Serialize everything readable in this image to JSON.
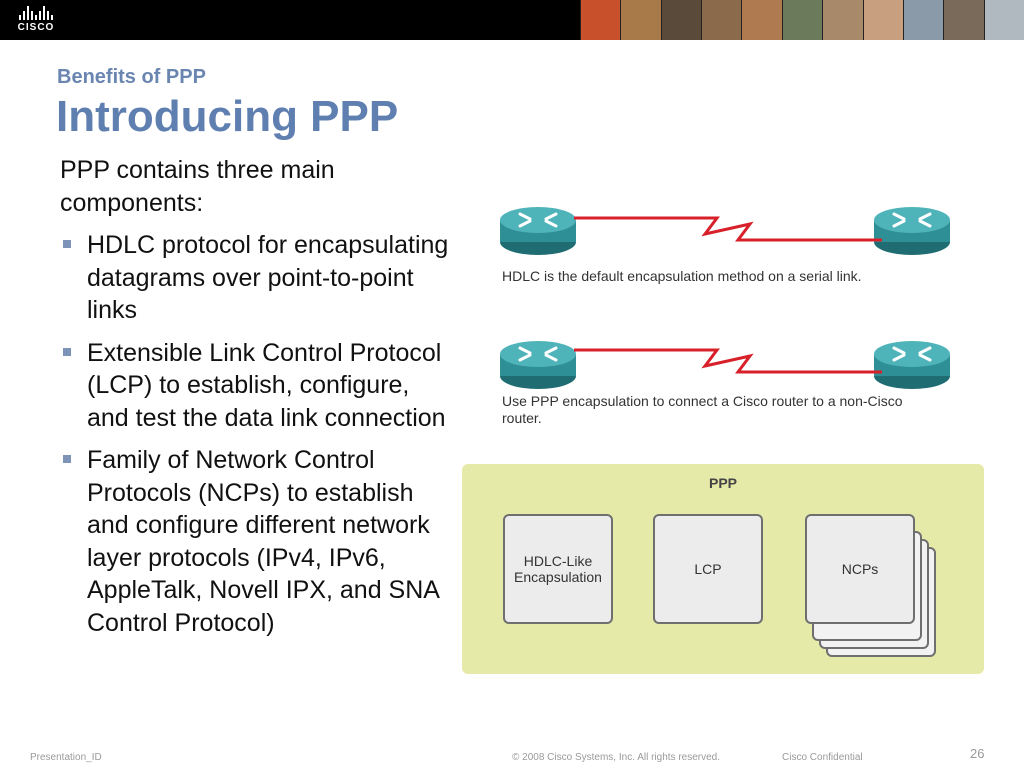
{
  "header": {
    "logo_text": "CISCO",
    "photo_colors": [
      "#c8502a",
      "#a87a4a",
      "#5a4a3a",
      "#8a6a4a",
      "#b07a50",
      "#6a7a5a",
      "#a88a6a",
      "#c8a080",
      "#8a9aa8",
      "#7a6a5a",
      "#b0b8c0"
    ]
  },
  "slide": {
    "subtitle": "Benefits of PPP",
    "title": "Introducing PPP",
    "intro": "PPP contains three main components:",
    "bullets": [
      "HDLC protocol for encapsulating datagrams over point-to-point links",
      "Extensible Link Control Protocol (LCP) to establish, configure, and test the data link connection",
      "Family of Network Control Protocols (NCPs) to establish and configure different network layer protocols (IPv4, IPv6, AppleTalk, Novell IPX, and SNA Control Protocol)"
    ]
  },
  "diagram": {
    "caption1": "HDLC is the default encapsulation method on a serial link.",
    "caption2": "Use PPP encapsulation to connect a Cisco router to a non-Cisco router.",
    "router_color": "#2f8f96",
    "link_color": "#d8202a"
  },
  "ppp": {
    "title": "PPP",
    "box1": "HDLC-Like Encapsulation",
    "box2": "LCP",
    "box3": "NCPs"
  },
  "footer": {
    "presentation_id": "Presentation_ID",
    "copyright": "© 2008 Cisco Systems, Inc. All rights reserved.",
    "confidential": "Cisco Confidential",
    "page": "26"
  }
}
